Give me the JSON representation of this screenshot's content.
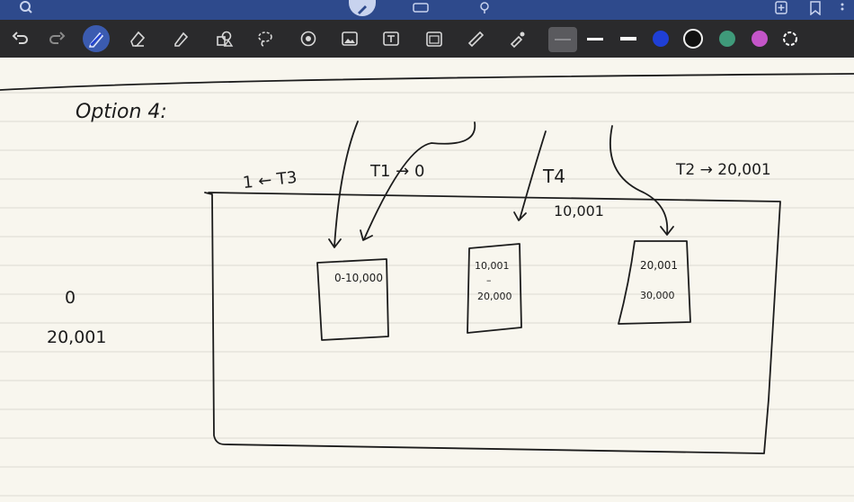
{
  "toolbar": {
    "tools": [
      {
        "name": "undo-icon"
      },
      {
        "name": "redo-icon"
      },
      {
        "name": "pen-icon",
        "active": true
      },
      {
        "name": "eraser-icon"
      },
      {
        "name": "highlighter-icon"
      },
      {
        "name": "shapes-icon"
      },
      {
        "name": "lasso-icon"
      },
      {
        "name": "sticker-icon"
      },
      {
        "name": "image-icon"
      },
      {
        "name": "textbox-icon"
      },
      {
        "name": "camera-icon"
      },
      {
        "name": "ruler-icon"
      },
      {
        "name": "laser-icon"
      }
    ],
    "colors": {
      "selected_stroke": "#8a8a8e",
      "blue": "#1f3fd6",
      "black": "#111111",
      "green": "#3f9a7a",
      "purple": "#c455c9"
    }
  },
  "notes": {
    "heading": "Option 4:",
    "t3": "1 ← T3",
    "t1": "T1 → 0",
    "t4": "T4",
    "t4_value": "10,001",
    "t2": "T2 → 20,001",
    "side_zero": "0",
    "side_value": "20,001",
    "box1": "0-10,000",
    "box2_top": "10,001",
    "box2_dash": "–",
    "box2_bottom": "20,000",
    "box3_top": "20,001",
    "box3_bottom": "30,000"
  }
}
